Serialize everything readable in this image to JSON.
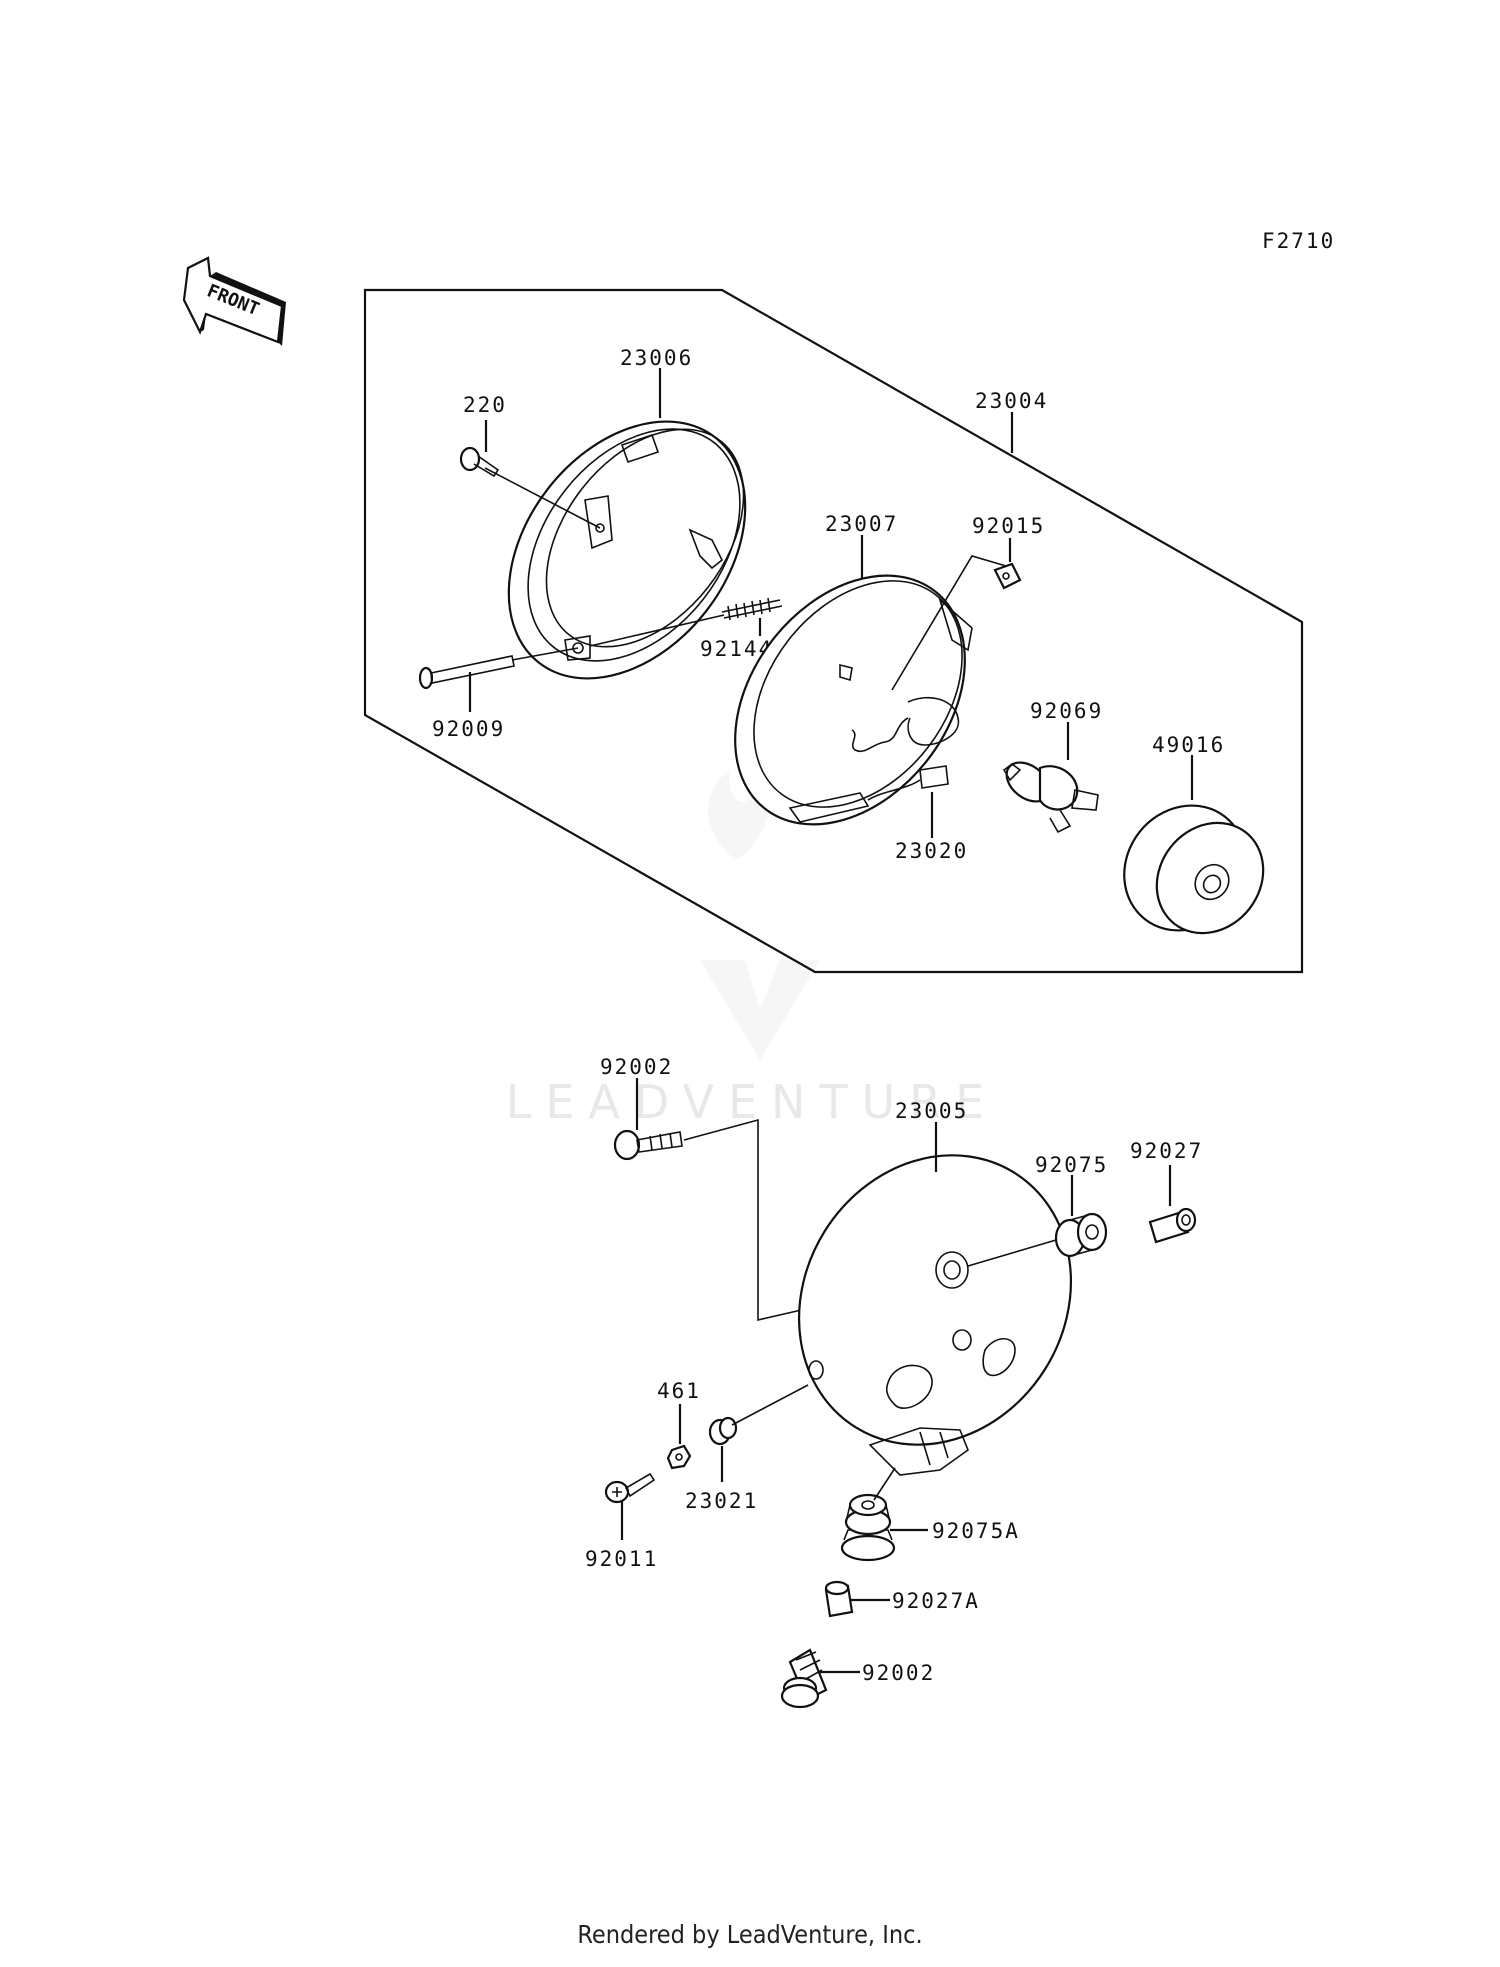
{
  "figure_code": "F2710",
  "front_arrow_label": "FRONT",
  "watermark": "LEADVENTURE",
  "footer": "Rendered by LeadVenture, Inc.",
  "labels": {
    "p23006": "23006",
    "p220": "220",
    "p23004": "23004",
    "p23007": "23007",
    "p92015": "92015",
    "p92144": "92144",
    "p92009": "92009",
    "p92069": "92069",
    "p49016": "49016",
    "p23020": "23020",
    "p92002_top": "92002",
    "p23005": "23005",
    "p92075": "92075",
    "p92027": "92027",
    "p461": "461",
    "p23021": "23021",
    "p92011": "92011",
    "p92075A": "92075A",
    "p92027A": "92027A",
    "p92002_bottom": "92002"
  }
}
